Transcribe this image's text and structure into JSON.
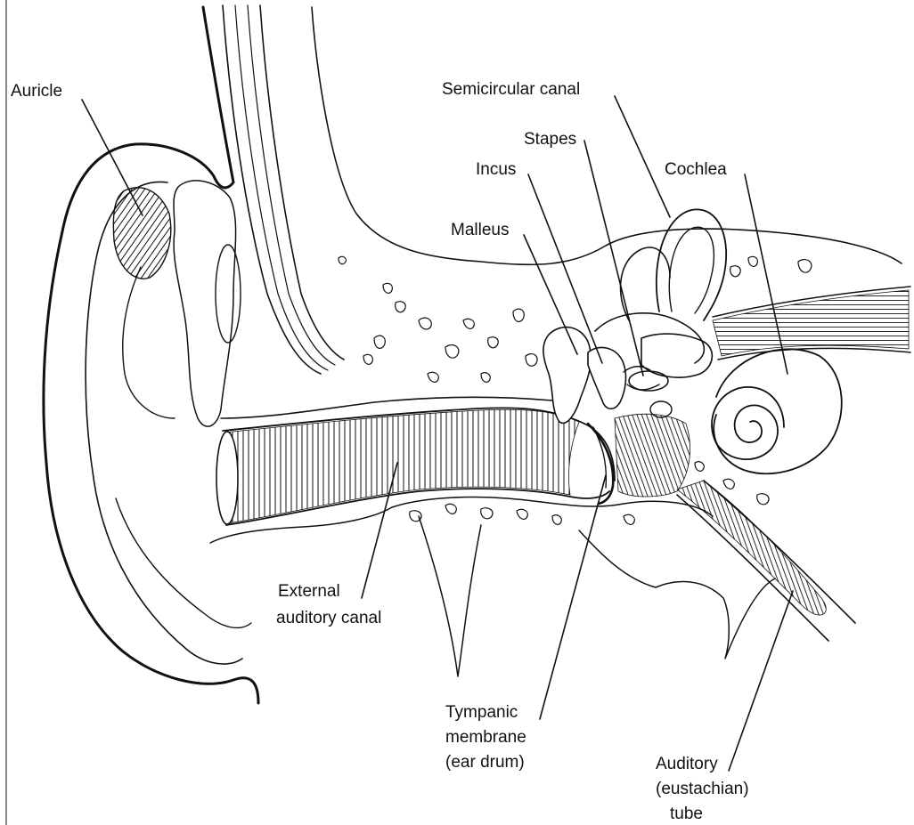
{
  "colors": {
    "line": "#111111",
    "background": "#ffffff",
    "frame": "#8a8a8a"
  },
  "labels": {
    "auricle": "Auricle",
    "semicircular_canal": "Semicircular canal",
    "stapes": "Stapes",
    "incus": "Incus",
    "cochlea": "Cochlea",
    "malleus": "Malleus",
    "external_canal_1": "External",
    "external_canal_2": "auditory canal",
    "tympanic_1": "Tympanic",
    "tympanic_2": "membrane",
    "tympanic_3": "(ear drum)",
    "auditory_tube_1": "Auditory",
    "auditory_tube_2": "(eustachian)",
    "auditory_tube_3": "tube"
  }
}
